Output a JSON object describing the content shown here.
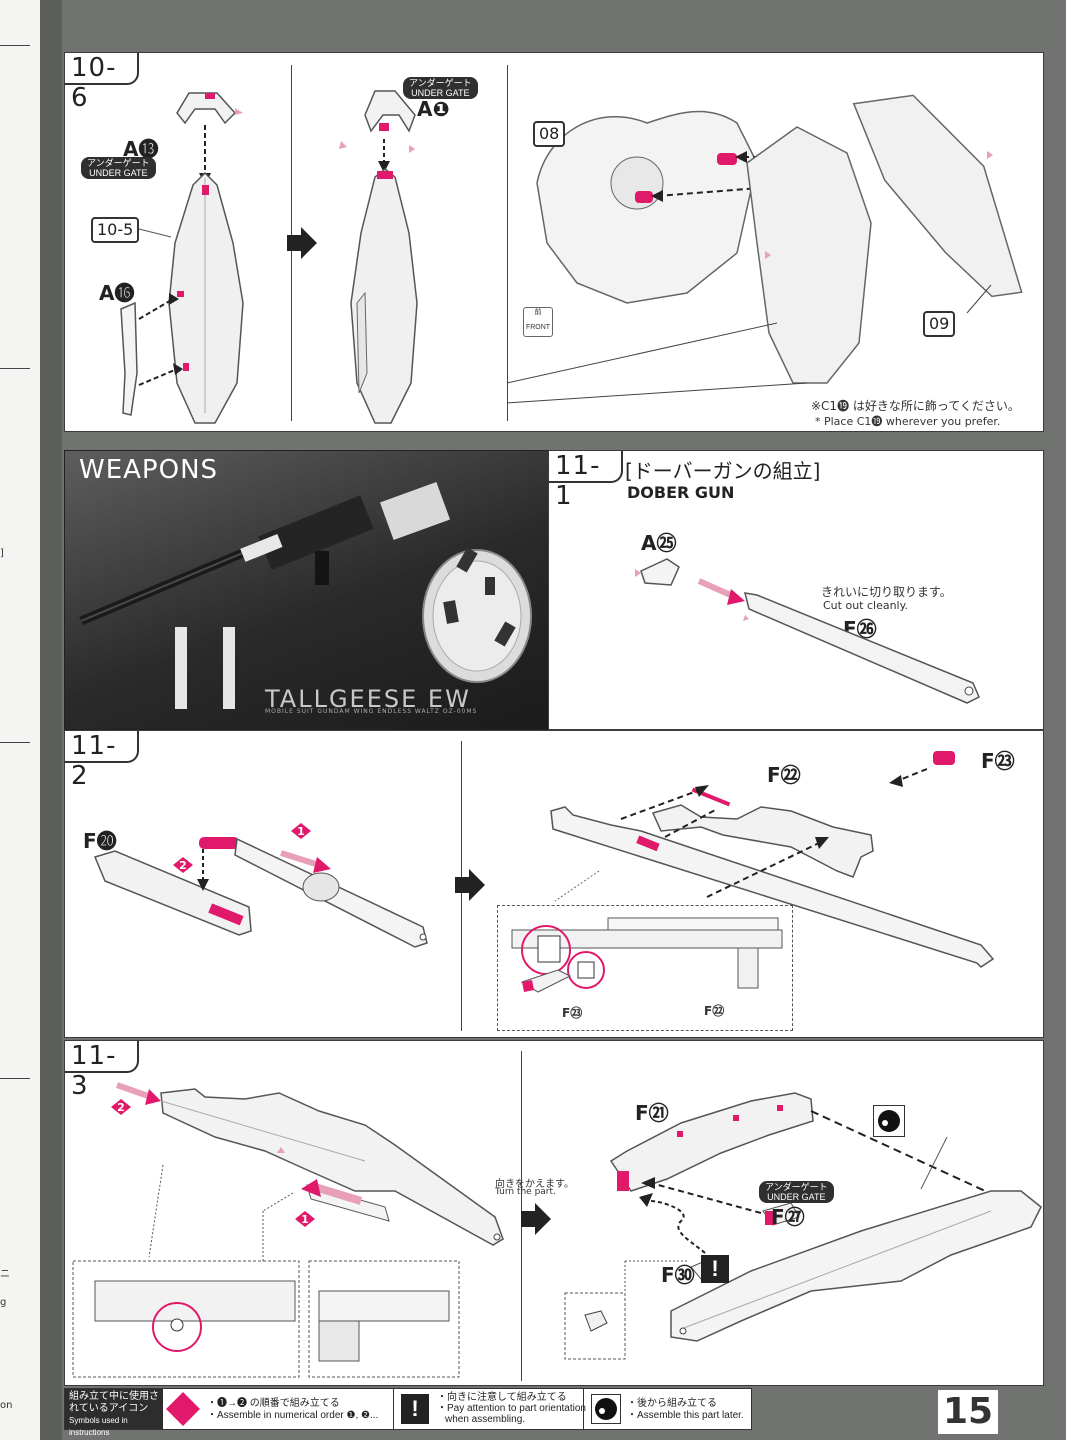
{
  "colors": {
    "accent": "#e0196b",
    "panel_bg": "#ffffff",
    "page_bg": "#717371",
    "ink": "#222222"
  },
  "step_10_6": {
    "step": "10-6",
    "a13": "A⓭",
    "gate_jp": "アンダーゲート",
    "gate_en": "UNDER GATE",
    "ref_10_5": "10-5",
    "a16": "A⓰",
    "a1": "A❶",
    "ref_08": "08",
    "ref_09": "09",
    "front_jp": "前",
    "front_en": "FRONT",
    "note_jp": "※C1⓳ は好きな所に飾ってください。",
    "note_en": "* Place C1⓳ wherever you prefer."
  },
  "weapons": {
    "title": "WEAPONS",
    "logo": "TALLGEESE EW",
    "logo_sub": "MOBILE SUIT GUNDAM WING ENDLESS WALTZ OZ-00MS"
  },
  "step_11_1": {
    "step": "11-1",
    "title_jp": "[ドーバーガンの組立]",
    "title_en": "DOBER GUN",
    "a25": "A㉕",
    "f26": "F㉖",
    "cut_jp": "きれいに切り取ります。",
    "cut_en": "Cut out cleanly."
  },
  "step_11_2": {
    "step": "11-2",
    "f20": "F⓴",
    "f22": "F㉒",
    "f23": "F㉓",
    "n1": "1",
    "n2": "2"
  },
  "step_11_3": {
    "step": "11-3",
    "turn_jp": "向きをかえます。",
    "turn_en": "Turn the part.",
    "f21": "F㉑",
    "f27": "F㉗",
    "f30": "F㉚",
    "gate_jp": "アンダーゲート",
    "gate_en": "UNDER GATE",
    "n1": "1",
    "n2": "2"
  },
  "legend": {
    "caption_jp": "組み立て中に使用されているアイコン",
    "caption_en": "Symbols used in instructions",
    "order_jp": "・❶→❷ の順番で組み立てる",
    "order_en": "・Assemble in numerical order ❶, ❷...",
    "orient_jp": "・向きに注意して組み立てる",
    "orient_en1": "・Pay attention to part orientation",
    "orient_en2": "when assembling.",
    "later_jp": "・後から組み立てる",
    "later_en": "・Assemble this part later."
  },
  "page_number": "15"
}
